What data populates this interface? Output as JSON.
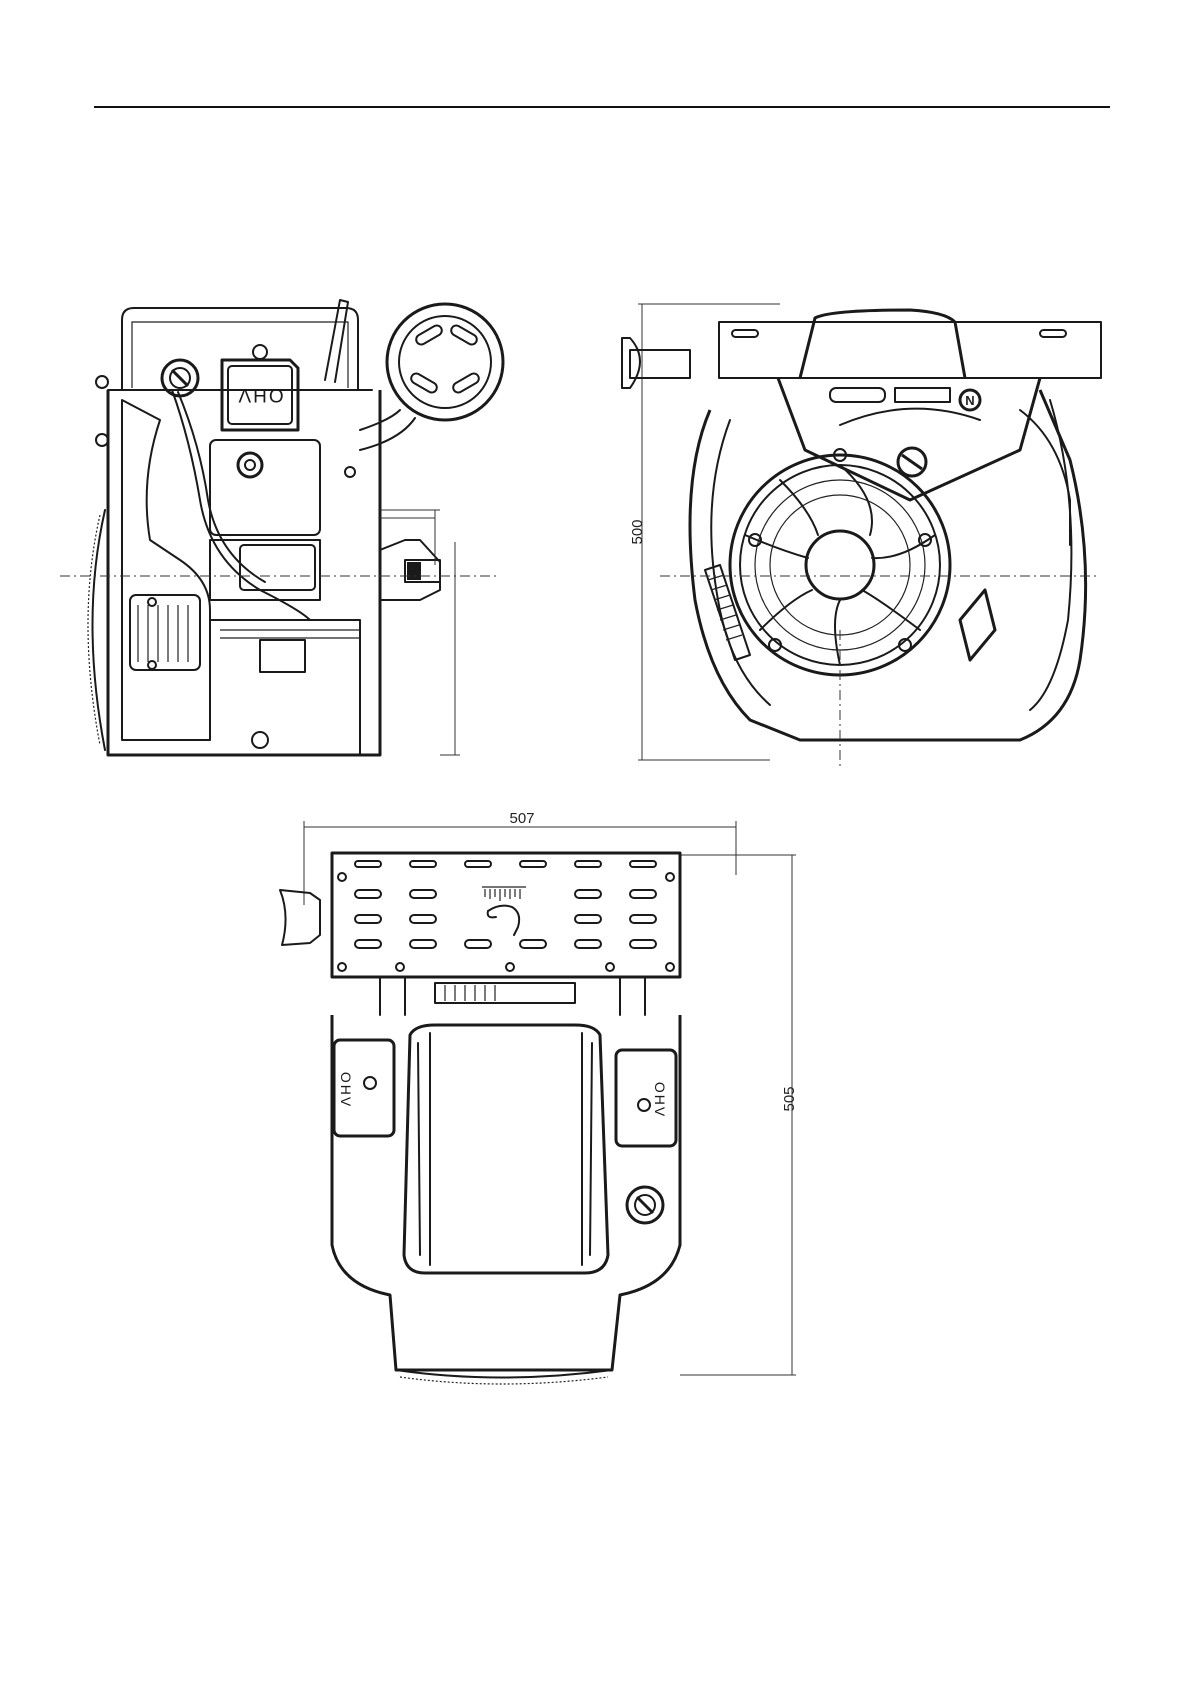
{
  "drawings": {
    "front_view": {
      "label": "OHV"
    },
    "side_view": {
      "height_dimension": "500",
      "badge_letter": "N"
    },
    "top_view": {
      "width_dimension": "507",
      "depth_dimension": "505"
    }
  }
}
